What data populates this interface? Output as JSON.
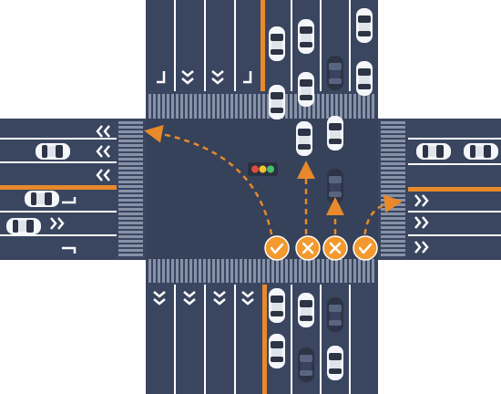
{
  "colors": {
    "background": "#ffffff",
    "road": "#3a4660",
    "road_dark": "#323c54",
    "lane_line": "#ffffff",
    "median": "#e8892b",
    "crosswalk": "#8792a8",
    "path_arrow": "#e8892b",
    "marker": "#f29a2e",
    "car_white": "#f4f6f9",
    "car_dark": "#2c3446",
    "signal_housing": "#2a3142",
    "signal_red": "#e24b3b",
    "signal_yellow": "#f2c230",
    "signal_green": "#49c06b"
  },
  "icons": {
    "marker": "x-circle-icon",
    "marker_ok": "check-circle-icon",
    "traffic_light": "traffic-light-icon",
    "car": "car-icon",
    "lane_arrow": "chevron-icon",
    "turn_arrow": "turn-arrow-icon"
  },
  "movements": [
    {
      "id": "left-turn",
      "marker": "check"
    },
    {
      "id": "straight-1",
      "marker": "x"
    },
    {
      "id": "straight-2",
      "marker": "x"
    },
    {
      "id": "right-turn",
      "marker": "check"
    }
  ],
  "signal": {
    "lights": [
      "red",
      "yellow",
      "green"
    ]
  }
}
